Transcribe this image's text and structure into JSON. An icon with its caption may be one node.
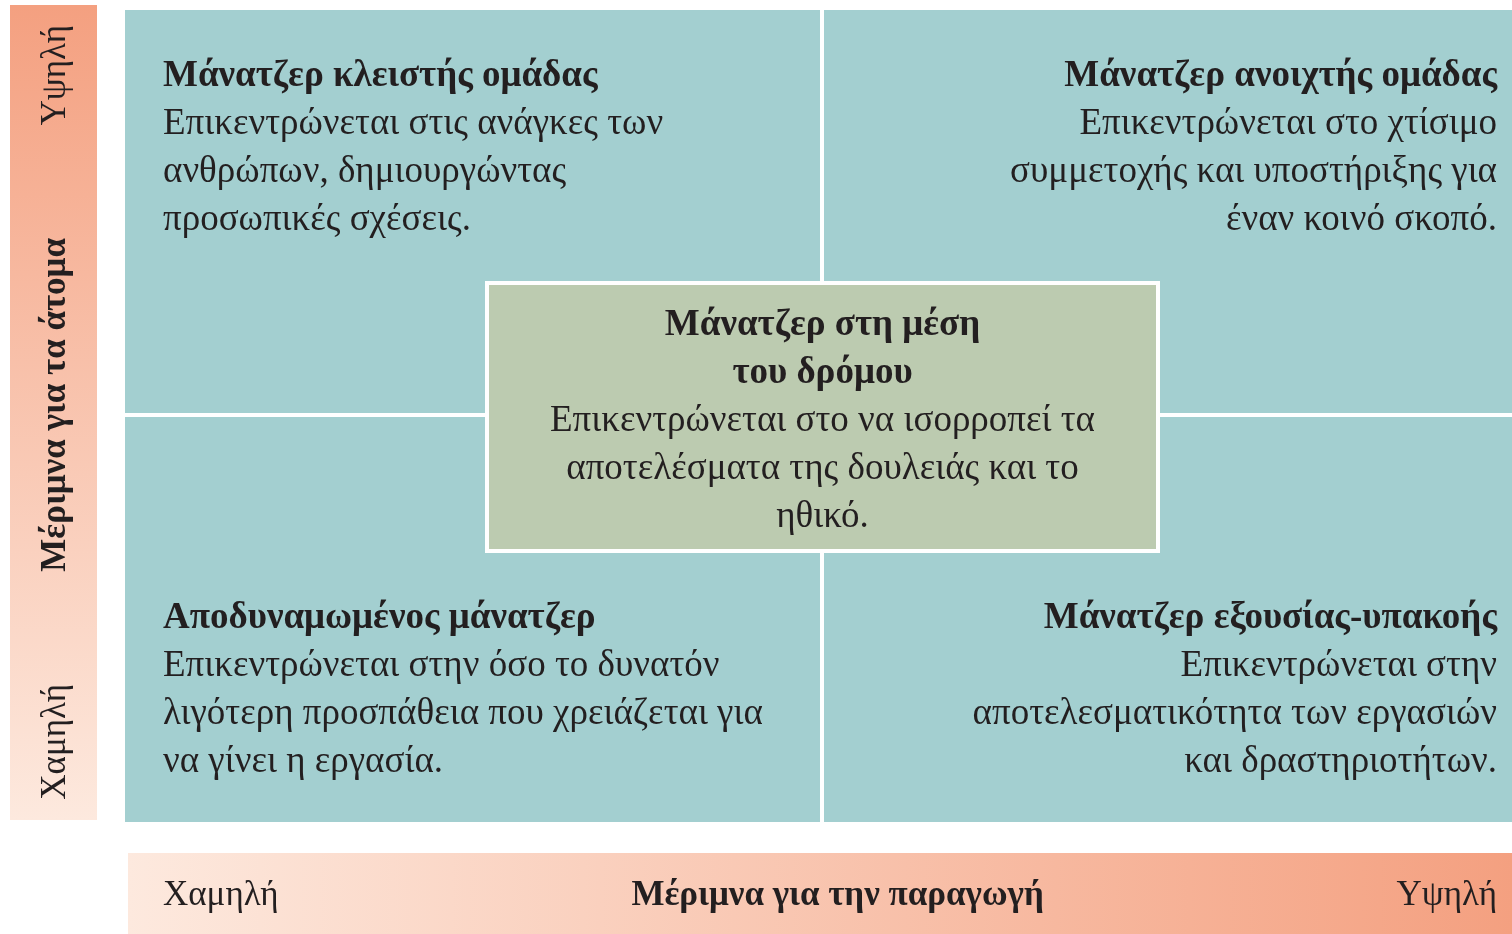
{
  "diagram": {
    "nodes": [
      {
        "text": [
          "Μάνατζερ κλειστής ομάδας",
          "Επικεντρώνεται στις ανάγκες των ανθρώπων, δημιουργώντας προσωπικές σχέσεις."
        ]
      },
      {
        "text": [
          "Μάνατζερ ανοιχτής ομάδας",
          "Επικεντρώνεται στο χτίσιμο συμμετοχής και υποστήριξης για έναν κοινό σκοπό."
        ]
      },
      {
        "text": [
          "Μάνατζερ στη μέση του δρόμου",
          "Επικεντρώνεται στο να ισορροπεί τα αποτελέσματα της δουλειάς και το ηθικό."
        ]
      },
      {
        "text": [
          "Αποδυναμωμένος μάνατζερ",
          "Επικεντρώνεται στην όσο το δυνατόν λιγότερη προσπάθεια που χρειάζεται για να γίνει η εργασία."
        ]
      },
      {
        "text": [
          "Μάνατζερ εξουσίας-υπακοής",
          "Επικεντρώνεται στην αποτελεσματικότητα των εργασιών και δραστηριοτήτων."
        ]
      },
      {
        "text": [
          "Χαμηλή",
          "Μέριμνα για τα άτομα",
          "Υψηλή"
        ]
      },
      {
        "text": [
          "Χαμηλή",
          "Μέριμνα για την παραγωγή",
          "Υψηλή"
        ]
      }
    ],
    "edges": []
  }
}
